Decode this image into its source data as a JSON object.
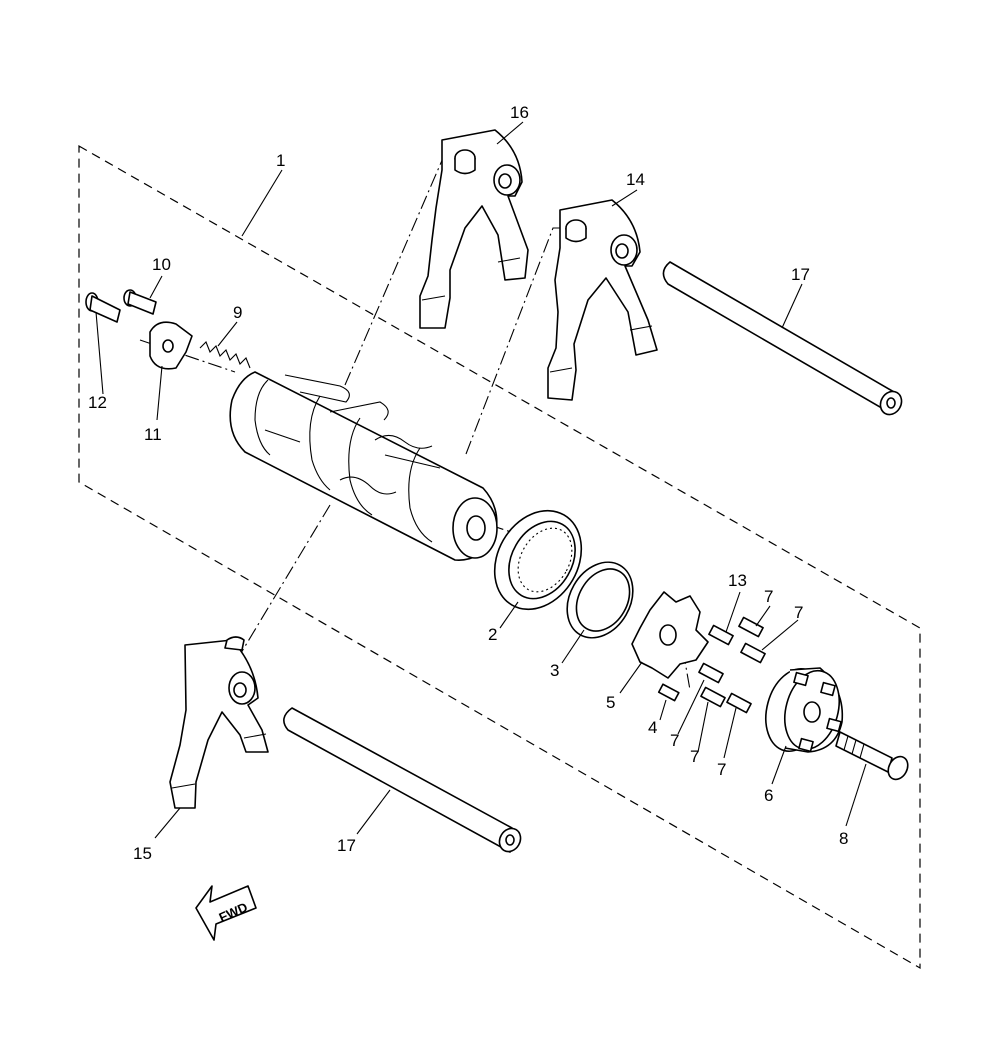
{
  "callouts": {
    "c1": "1",
    "c2": "2",
    "c3": "3",
    "c4": "4",
    "c5": "5",
    "c6": "6",
    "c7a": "7",
    "c7b": "7",
    "c7c": "7",
    "c7d": "7",
    "c7e": "7",
    "c8": "8",
    "c9": "9",
    "c10": "10",
    "c11": "11",
    "c12": "12",
    "c13": "13",
    "c14": "14",
    "c15": "15",
    "c16": "16",
    "c17a": "17",
    "c17b": "17"
  },
  "fwd_label": "FWD",
  "line_color": "#000000",
  "background": "#ffffff"
}
